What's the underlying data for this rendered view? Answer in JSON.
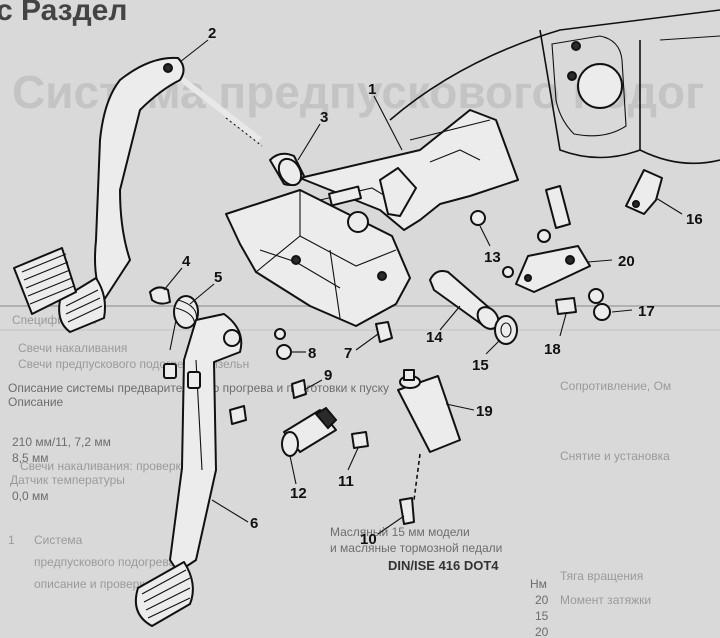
{
  "background_text": {
    "section_heading": "с Раздел",
    "chapter_title": "Система предпускового подог",
    "table_header_left": "Спецификации",
    "spec_row_1a": "Свечи накаливания",
    "spec_row_1b": "Свечи предпускового подогрева (дизельн",
    "spec_row_1c": "Сопротивление, Ом",
    "spec_row_2a": "Описание системы предварительного прогрева и подготовки к пуску",
    "spec_row_2b": "Описание",
    "spec_row_3a": "210 мм/11, 7,2 мм",
    "spec_row_3b": "8,5 мм",
    "spec_row_4a": "Свечи накаливания: проверка",
    "spec_row_5a": "Снятие и установка",
    "spec_row_5b": "Датчик температуры",
    "spec_row_6": "0,0 мм",
    "section_number": "1",
    "section_1_line_1": "Система",
    "section_1_line_2": "предпускового подогрева –",
    "section_1_line_3": "описание и проверка",
    "right_col_1": "Масляный 15 мм модели",
    "right_col_2": "и масляные тормозной педали",
    "right_col_3": "DIN/ISE 416 DOT4",
    "right_col_4": "Нм",
    "right_col_5": "20",
    "right_col_6": "15",
    "right_col_7": "20",
    "right_col_8": "Тяга вращения",
    "right_col_9": "Момент затяжки"
  },
  "callouts": [
    {
      "label": "1"
    },
    {
      "label": "2"
    },
    {
      "label": "3"
    },
    {
      "label": "4"
    },
    {
      "label": "5"
    },
    {
      "label": "6"
    },
    {
      "label": "7"
    },
    {
      "label": "8"
    },
    {
      "label": "9"
    },
    {
      "label": "10"
    },
    {
      "label": "11"
    },
    {
      "label": "12"
    },
    {
      "label": "13"
    },
    {
      "label": "14"
    },
    {
      "label": "15"
    },
    {
      "label": "16"
    },
    {
      "label": "17"
    },
    {
      "label": "18"
    },
    {
      "label": "19"
    },
    {
      "label": "20"
    }
  ]
}
